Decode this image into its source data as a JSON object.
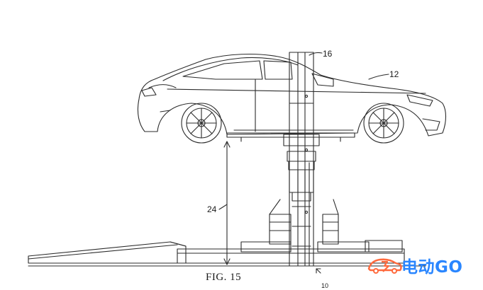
{
  "figure": {
    "caption": "FIG. 15",
    "labels": {
      "lift_column": "16",
      "vehicle": "12",
      "lift_height": "24",
      "base_partial": "10"
    }
  },
  "watermark": {
    "text": "电动GO",
    "color": "#2a86ff"
  }
}
